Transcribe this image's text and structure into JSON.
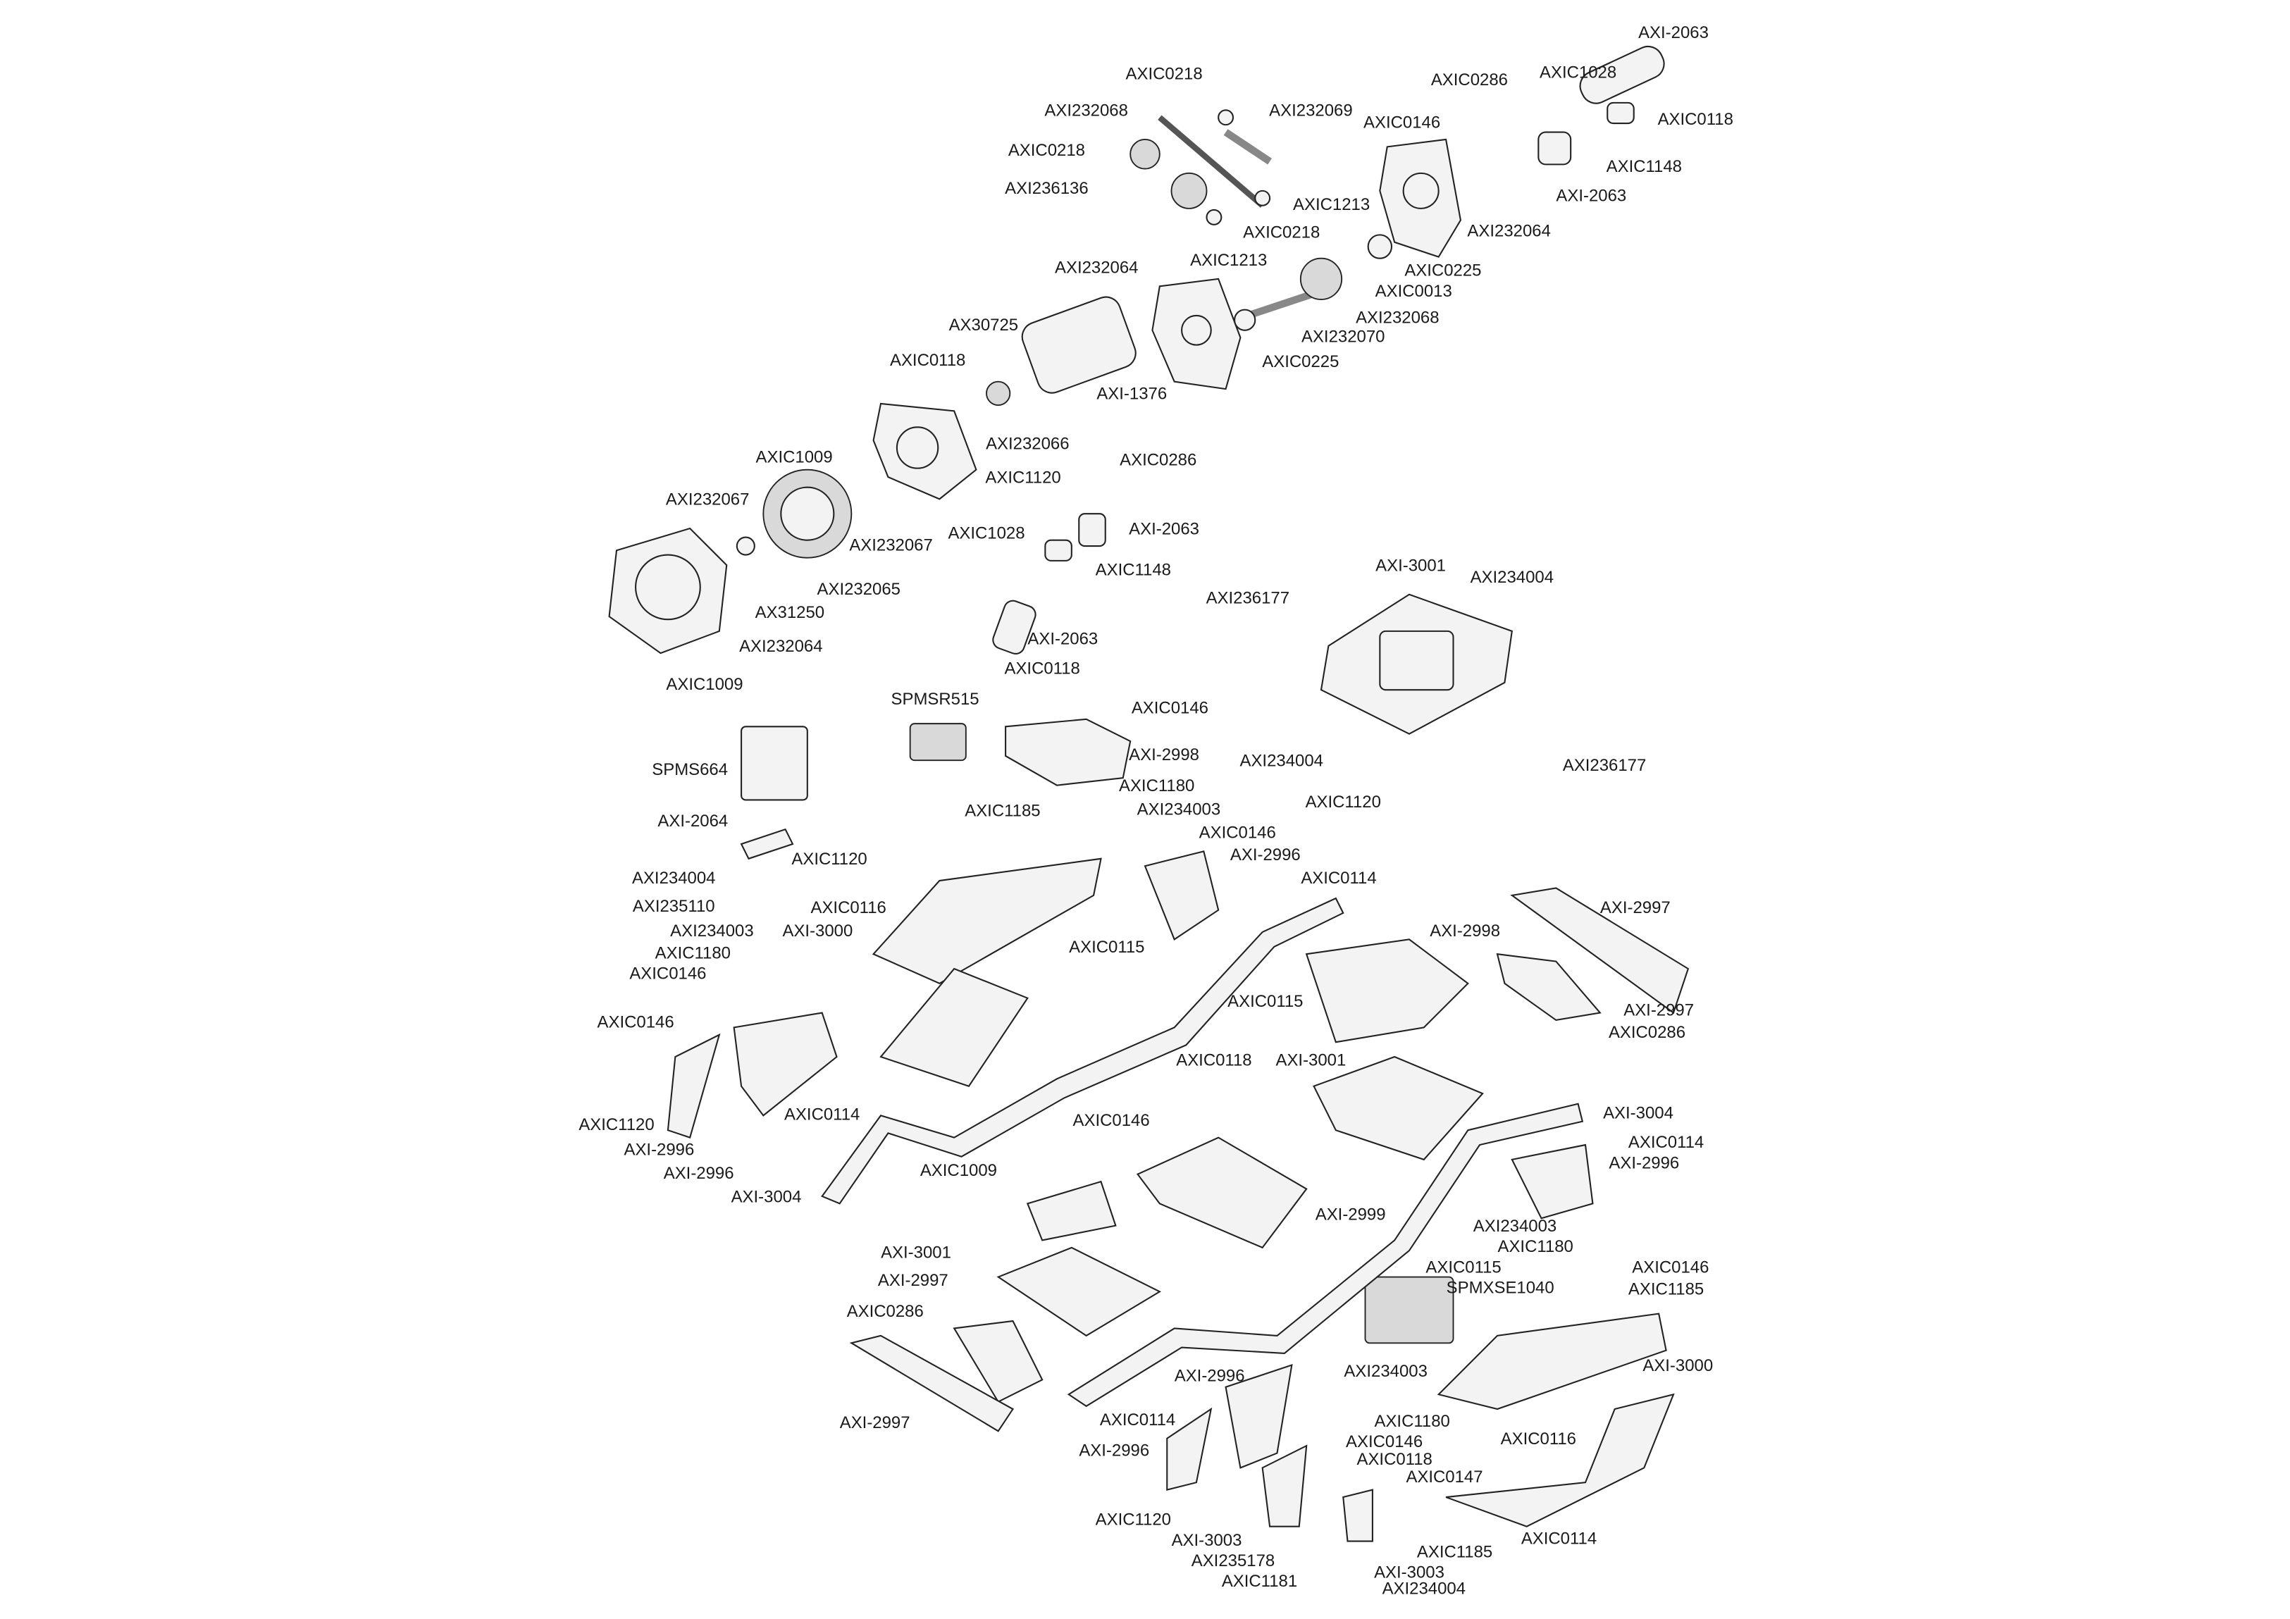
{
  "diagram": {
    "title": "Exploded parts diagram",
    "labels": [
      "AXI-2063",
      "AXIC0218",
      "AXIC0286",
      "AXIC1028",
      "AXI232068",
      "AXI232069",
      "AXIC0146",
      "AXIC0118",
      "AXIC0218",
      "AXI236136",
      "AXIC1148",
      "AXI-2063",
      "AXIC1213",
      "AXIC0218",
      "AXI232064",
      "AXIC1213",
      "AXI232064",
      "AXIC0225",
      "AXIC0013",
      "AXI232068",
      "AXI232070",
      "AX30725",
      "AXIC0225",
      "AXIC0118",
      "AXI-1376",
      "AXI232066",
      "AXIC0286",
      "AXIC1009",
      "AXIC1120",
      "AXI232067",
      "AXI232067",
      "AXIC1028",
      "AXI-2063",
      "AXIC1148",
      "AXI232065",
      "AXI-3001",
      "AXI234004",
      "AX31250",
      "AXI236177",
      "AXI-2063",
      "AXI232064",
      "AXIC0118",
      "AXIC1009",
      "SPMSR515",
      "AXIC0146",
      "AXI-2998",
      "SPMS664",
      "AXI234004",
      "AXI236177",
      "AXIC1180",
      "AXIC1120",
      "AXI234003",
      "AXIC1185",
      "AXI-2064",
      "AXIC0146",
      "AXI-2996",
      "AXIC1120",
      "AXI234004",
      "AXIC0114",
      "AXI235110",
      "AXIC0116",
      "AXI-2997",
      "AXI234003",
      "AXI-3000",
      "AXI-2998",
      "AXIC1180",
      "AXIC0115",
      "AXIC0146",
      "AXIC0115",
      "AXI-2997",
      "AXIC0146",
      "AXIC0286",
      "AXIC0118",
      "AXI-3001",
      "AXIC1120",
      "AXIC0114",
      "AXI-3004",
      "AXIC0146",
      "AXIC0114",
      "AXI-2996",
      "AXI-2996",
      "AXIC1009",
      "AXI-2996",
      "AXI-3004",
      "AXI-2999",
      "AXI234003",
      "AXIC1180",
      "AXI-3001",
      "AXIC0146",
      "AXIC0115",
      "AXIC1185",
      "SPMXSE1040",
      "AXI-2997",
      "AXIC0286",
      "AXI-3000",
      "AXI-2996",
      "AXI234003",
      "AXIC0114",
      "AXIC1180",
      "AXI-2997",
      "AXIC0116",
      "AXIC0146",
      "AXI-2996",
      "AXIC0118",
      "AXIC0147",
      "AXIC1120",
      "AXI-3003",
      "AXIC0114",
      "AXIC1185",
      "AXI235178",
      "AXI-3003",
      "AXIC1181",
      "AXI234004"
    ]
  }
}
